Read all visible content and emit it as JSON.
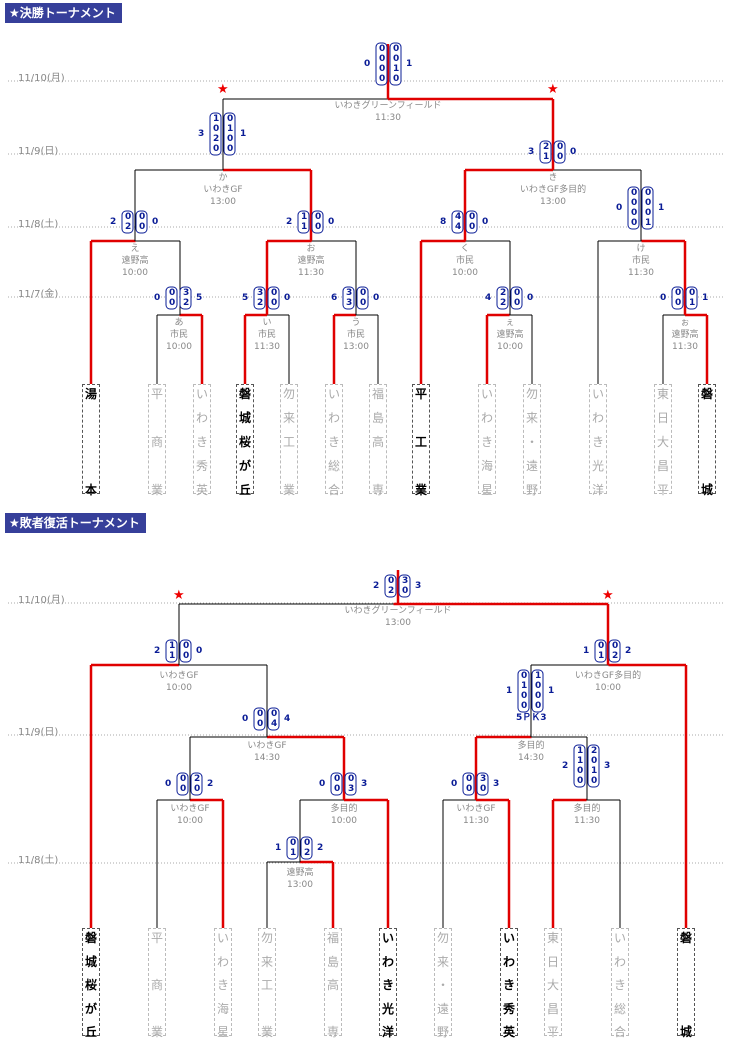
{
  "headers": {
    "final": "★決勝トーナメント",
    "repechage": "★敗者復活トーナメント"
  },
  "final": {
    "dates": [
      "11/10(月)",
      "11/9(日)",
      "11/8(土)",
      "11/7(金)"
    ],
    "venues": [
      {
        "id": "final",
        "lines": [
          "いわきグリーンフィールド",
          "11:30"
        ]
      },
      {
        "id": "ka",
        "lines": [
          "か",
          "いわきGF",
          "13:00"
        ]
      },
      {
        "id": "ki",
        "lines": [
          "き",
          "いわきGF多目的",
          "13:00"
        ]
      },
      {
        "id": "e",
        "lines": [
          "え",
          "遠野高",
          "10:00"
        ]
      },
      {
        "id": "o",
        "lines": [
          "お",
          "遠野高",
          "11:30"
        ]
      },
      {
        "id": "ku",
        "lines": [
          "く",
          "市民",
          "10:00"
        ]
      },
      {
        "id": "ke",
        "lines": [
          "け",
          "市民",
          "11:30"
        ]
      },
      {
        "id": "a",
        "lines": [
          "あ",
          "市民",
          "10:00"
        ]
      },
      {
        "id": "i",
        "lines": [
          "い",
          "市民",
          "11:30"
        ]
      },
      {
        "id": "u",
        "lines": [
          "う",
          "市民",
          "13:00"
        ]
      },
      {
        "id": "ea",
        "lines": [
          "ぇ",
          "遠野高",
          "10:00"
        ]
      },
      {
        "id": "eo",
        "lines": [
          "ぉ",
          "遠野高",
          "11:30"
        ]
      }
    ],
    "scores": [
      {
        "id": "final",
        "l": "0",
        "r": "1",
        "cl": [
          "0",
          "0",
          "0",
          "0"
        ],
        "cr": [
          "0",
          "0",
          "1",
          "0"
        ]
      },
      {
        "id": "ka",
        "l": "3",
        "r": "1",
        "cl": [
          "1",
          "0",
          "2",
          "0"
        ],
        "cr": [
          "0",
          "1",
          "0",
          "0"
        ]
      },
      {
        "id": "ki",
        "l": "3",
        "r": "0",
        "cl": [
          "2",
          "1"
        ],
        "cr": [
          "0",
          "0"
        ]
      },
      {
        "id": "ke",
        "l": "0",
        "r": "1",
        "cl": [
          "0",
          "0",
          "0",
          "0"
        ],
        "cr": [
          "0",
          "0",
          "0",
          "1"
        ]
      },
      {
        "id": "e",
        "l": "2",
        "r": "0",
        "cl": [
          "0",
          "2"
        ],
        "cr": [
          "0",
          "0"
        ]
      },
      {
        "id": "o",
        "l": "2",
        "r": "0",
        "cl": [
          "1",
          "1"
        ],
        "cr": [
          "0",
          "0"
        ]
      },
      {
        "id": "ku",
        "l": "8",
        "r": "0",
        "cl": [
          "4",
          "4"
        ],
        "cr": [
          "0",
          "0"
        ]
      },
      {
        "id": "a",
        "l": "0",
        "r": "5",
        "cl": [
          "0",
          "0"
        ],
        "cr": [
          "3",
          "2"
        ]
      },
      {
        "id": "i",
        "l": "5",
        "r": "0",
        "cl": [
          "3",
          "2"
        ],
        "cr": [
          "0",
          "0"
        ]
      },
      {
        "id": "u",
        "l": "6",
        "r": "0",
        "cl": [
          "3",
          "3"
        ],
        "cr": [
          "0",
          "0"
        ]
      },
      {
        "id": "ea",
        "l": "4",
        "r": "0",
        "cl": [
          "2",
          "2"
        ],
        "cr": [
          "0",
          "0"
        ]
      },
      {
        "id": "eo",
        "l": "0",
        "r": "1",
        "cl": [
          "0",
          "0"
        ],
        "cr": [
          "0",
          "1"
        ]
      }
    ],
    "teams": [
      {
        "name": "湯本",
        "chars": [
          "湯",
          "",
          "",
          "",
          "本"
        ],
        "win": true
      },
      {
        "name": "平商業",
        "chars": [
          "平",
          "",
          "商",
          "",
          "業"
        ],
        "win": false
      },
      {
        "name": "いわき秀英",
        "chars": [
          "い",
          "わ",
          "き",
          "秀",
          "英"
        ],
        "win": false
      },
      {
        "name": "磐城桜が丘",
        "chars": [
          "磐",
          "城",
          "桜",
          "が",
          "丘"
        ],
        "win": true
      },
      {
        "name": "勿来工業",
        "chars": [
          "勿",
          "来",
          "工",
          "",
          "業"
        ],
        "win": false
      },
      {
        "name": "いわき総合",
        "chars": [
          "い",
          "わ",
          "き",
          "総",
          "合"
        ],
        "win": false
      },
      {
        "name": "福島高専",
        "chars": [
          "福",
          "島",
          "高",
          "",
          "専"
        ],
        "win": false
      },
      {
        "name": "平工業",
        "chars": [
          "平",
          "",
          "工",
          "",
          "業"
        ],
        "win": true
      },
      {
        "name": "いわき海星",
        "chars": [
          "い",
          "わ",
          "き",
          "海",
          "星"
        ],
        "win": false
      },
      {
        "name": "勿来・遠野",
        "chars": [
          "勿",
          "来",
          "・",
          "遠",
          "野"
        ],
        "win": false
      },
      {
        "name": "いわき光洋",
        "chars": [
          "い",
          "わ",
          "き",
          "光",
          "洋"
        ],
        "win": false
      },
      {
        "name": "東日大昌平",
        "chars": [
          "東",
          "日",
          "大",
          "昌",
          "平"
        ],
        "win": false
      },
      {
        "name": "磐城",
        "chars": [
          "磐",
          "",
          "",
          "",
          "城"
        ],
        "win": true
      }
    ]
  },
  "repechage": {
    "dates": [
      "11/10(月)",
      "11/9(日)",
      "11/8(土)"
    ],
    "venues": [
      {
        "id": "final",
        "lines": [
          "いわきグリーンフィールド",
          "13:00"
        ]
      },
      {
        "id": "l1",
        "lines": [
          "いわきGF",
          "10:00"
        ]
      },
      {
        "id": "r1",
        "lines": [
          "いわきGF多目的",
          "10:00"
        ]
      },
      {
        "id": "l2",
        "lines": [
          "いわきGF",
          "14:30"
        ]
      },
      {
        "id": "r2",
        "lines": [
          "多目的",
          "14:30"
        ]
      },
      {
        "id": "l3a",
        "lines": [
          "いわきGF",
          "10:00"
        ]
      },
      {
        "id": "l3b",
        "lines": [
          "多目的",
          "10:00"
        ]
      },
      {
        "id": "r3a",
        "lines": [
          "いわきGF",
          "11:30"
        ]
      },
      {
        "id": "r3b",
        "lines": [
          "多目的",
          "11:30"
        ]
      },
      {
        "id": "l4",
        "lines": [
          "遠野高",
          "13:00"
        ]
      }
    ],
    "scores": [
      {
        "id": "final",
        "l": "2",
        "r": "3",
        "cl": [
          "0",
          "2"
        ],
        "cr": [
          "3",
          "0"
        ]
      },
      {
        "id": "l1",
        "l": "2",
        "r": "0",
        "cl": [
          "1",
          "1"
        ],
        "cr": [
          "0",
          "0"
        ]
      },
      {
        "id": "r1",
        "l": "1",
        "r": "2",
        "cl": [
          "0",
          "1"
        ],
        "cr": [
          "0",
          "2"
        ]
      },
      {
        "id": "l2",
        "l": "0",
        "r": "4",
        "cl": [
          "0",
          "0"
        ],
        "cr": [
          "0",
          "4"
        ]
      },
      {
        "id": "r2",
        "l": "1",
        "r": "1",
        "cl": [
          "0",
          "1",
          "0",
          "0"
        ],
        "cr": [
          "1",
          "0",
          "0",
          "0"
        ],
        "pk": "5ＰＫ3"
      },
      {
        "id": "l3a",
        "l": "0",
        "r": "2",
        "cl": [
          "0",
          "0"
        ],
        "cr": [
          "2",
          "0"
        ]
      },
      {
        "id": "l3b",
        "l": "0",
        "r": "3",
        "cl": [
          "0",
          "0"
        ],
        "cr": [
          "0",
          "3"
        ]
      },
      {
        "id": "r3a",
        "l": "0",
        "r": "3",
        "cl": [
          "0",
          "0"
        ],
        "cr": [
          "3",
          "0"
        ]
      },
      {
        "id": "r3b",
        "l": "2",
        "r": "3",
        "cl": [
          "1",
          "1",
          "0",
          "0"
        ],
        "cr": [
          "2",
          "0",
          "1",
          "0"
        ]
      },
      {
        "id": "l4",
        "l": "1",
        "r": "2",
        "cl": [
          "0",
          "1"
        ],
        "cr": [
          "0",
          "2"
        ]
      }
    ],
    "teams": [
      {
        "name": "磐城桜が丘",
        "chars": [
          "磐",
          "城",
          "桜",
          "が",
          "丘"
        ],
        "win": true
      },
      {
        "name": "平商業",
        "chars": [
          "平",
          "",
          "商",
          "",
          "業"
        ],
        "win": false
      },
      {
        "name": "いわき海星",
        "chars": [
          "い",
          "わ",
          "き",
          "海",
          "星"
        ],
        "win": false
      },
      {
        "name": "勿来工業",
        "chars": [
          "勿",
          "来",
          "工",
          "",
          "業"
        ],
        "win": false
      },
      {
        "name": "福島高専",
        "chars": [
          "福",
          "島",
          "高",
          "",
          "専"
        ],
        "win": false
      },
      {
        "name": "いわき光洋",
        "chars": [
          "い",
          "わ",
          "き",
          "光",
          "洋"
        ],
        "win": true
      },
      {
        "name": "勿来・遠野",
        "chars": [
          "勿",
          "来",
          "・",
          "遠",
          "野"
        ],
        "win": false
      },
      {
        "name": "いわき秀英",
        "chars": [
          "い",
          "わ",
          "き",
          "秀",
          "英"
        ],
        "win": true
      },
      {
        "name": "東日大昌平",
        "chars": [
          "東",
          "日",
          "大",
          "昌",
          "平"
        ],
        "win": false
      },
      {
        "name": "いわき総合",
        "chars": [
          "い",
          "わ",
          "き",
          "総",
          "合"
        ],
        "win": false
      },
      {
        "name": "磐城",
        "chars": [
          "磐",
          "",
          "",
          "",
          "城"
        ],
        "win": true
      }
    ]
  },
  "colors": {
    "header": "#363f9a",
    "win_line": "#e00000",
    "score": "#0a1c96"
  }
}
